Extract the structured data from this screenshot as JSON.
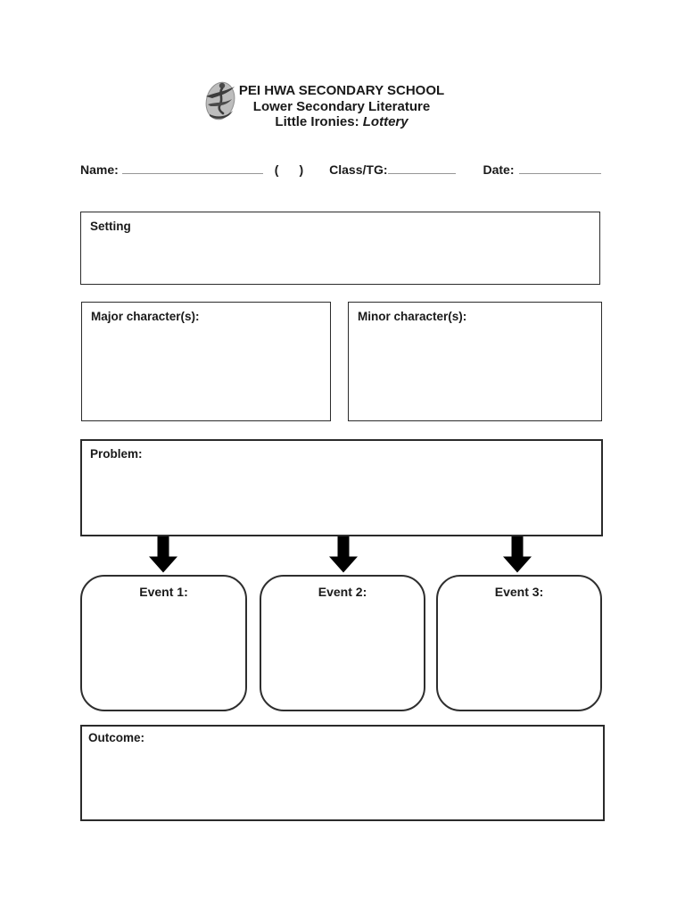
{
  "document": {
    "header": {
      "logo_name": "pei-hwa-school-crest",
      "line1": "PEI HWA SECONDARY SCHOOL",
      "line2": "Lower Secondary Literature",
      "line3_prefix": "Little Ironies: ",
      "line3_title": "Lottery"
    },
    "student_row": {
      "name_label": "Name:",
      "paren_open": "(",
      "paren_close": ")",
      "class_label": "Class/TG:",
      "date_label": "Date:"
    },
    "boxes": {
      "setting_label": "Setting",
      "major_label": "Major character(s):",
      "minor_label": "Minor character(s):",
      "problem_label": "Problem:",
      "outcome_label": "Outcome:"
    },
    "events": [
      {
        "label": "Event 1:"
      },
      {
        "label": "Event 2:"
      },
      {
        "label": "Event 3:"
      }
    ],
    "colors": {
      "text": "#1a1a1a",
      "box_border": "#2b2b2b",
      "blank_line": "#979797",
      "arrow": "#000000",
      "page_bg": "#ffffff"
    }
  }
}
